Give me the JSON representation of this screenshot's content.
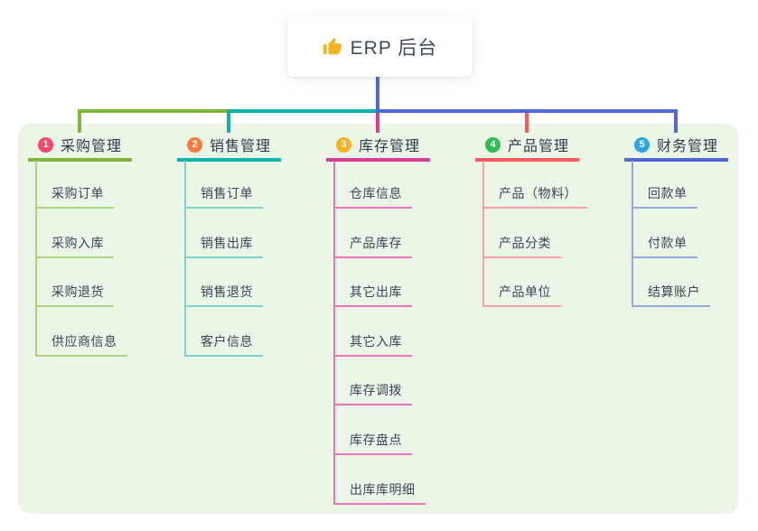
{
  "root": {
    "icon": "thumbs-up-icon",
    "label": "ERP 后台"
  },
  "canvas": {
    "background": "#ffffff",
    "panel_color": "#ebf6e6",
    "stem_color": "#4f68d5"
  },
  "branches": [
    {
      "badge": "1",
      "label": "采购管理",
      "badge_color": "#f8466e",
      "line_color": "#7eb63c",
      "sub_line_color": "#abd37f",
      "children": [
        "采购订单",
        "采购入库",
        "采购退货",
        "供应商信息"
      ]
    },
    {
      "badge": "2",
      "label": "销售管理",
      "badge_color": "#f97c3d",
      "line_color": "#13b1ac",
      "sub_line_color": "#7fd3cb",
      "children": [
        "销售订单",
        "销售出库",
        "销售退货",
        "客户信息"
      ]
    },
    {
      "badge": "3",
      "label": "库存管理",
      "badge_color": "#fbb11b",
      "line_color": "#d63d95",
      "sub_line_color": "#ec74ba",
      "children": [
        "仓库信息",
        "产品库存",
        "其它出库",
        "其它入库",
        "库存调拨",
        "库存盘点",
        "出库库明细"
      ]
    },
    {
      "badge": "4",
      "label": "产品管理",
      "badge_color": "#2dbb55",
      "line_color": "#f8575c",
      "sub_line_color": "#fba0a4",
      "children": [
        "产品（物料）",
        "产品分类",
        "产品单位"
      ]
    },
    {
      "badge": "5",
      "label": "财务管理",
      "badge_color": "#2ba3e8",
      "line_color": "#4f68d5",
      "sub_line_color": "#94a9e2",
      "children": [
        "回款单",
        "付款单",
        "结算账户"
      ]
    }
  ]
}
